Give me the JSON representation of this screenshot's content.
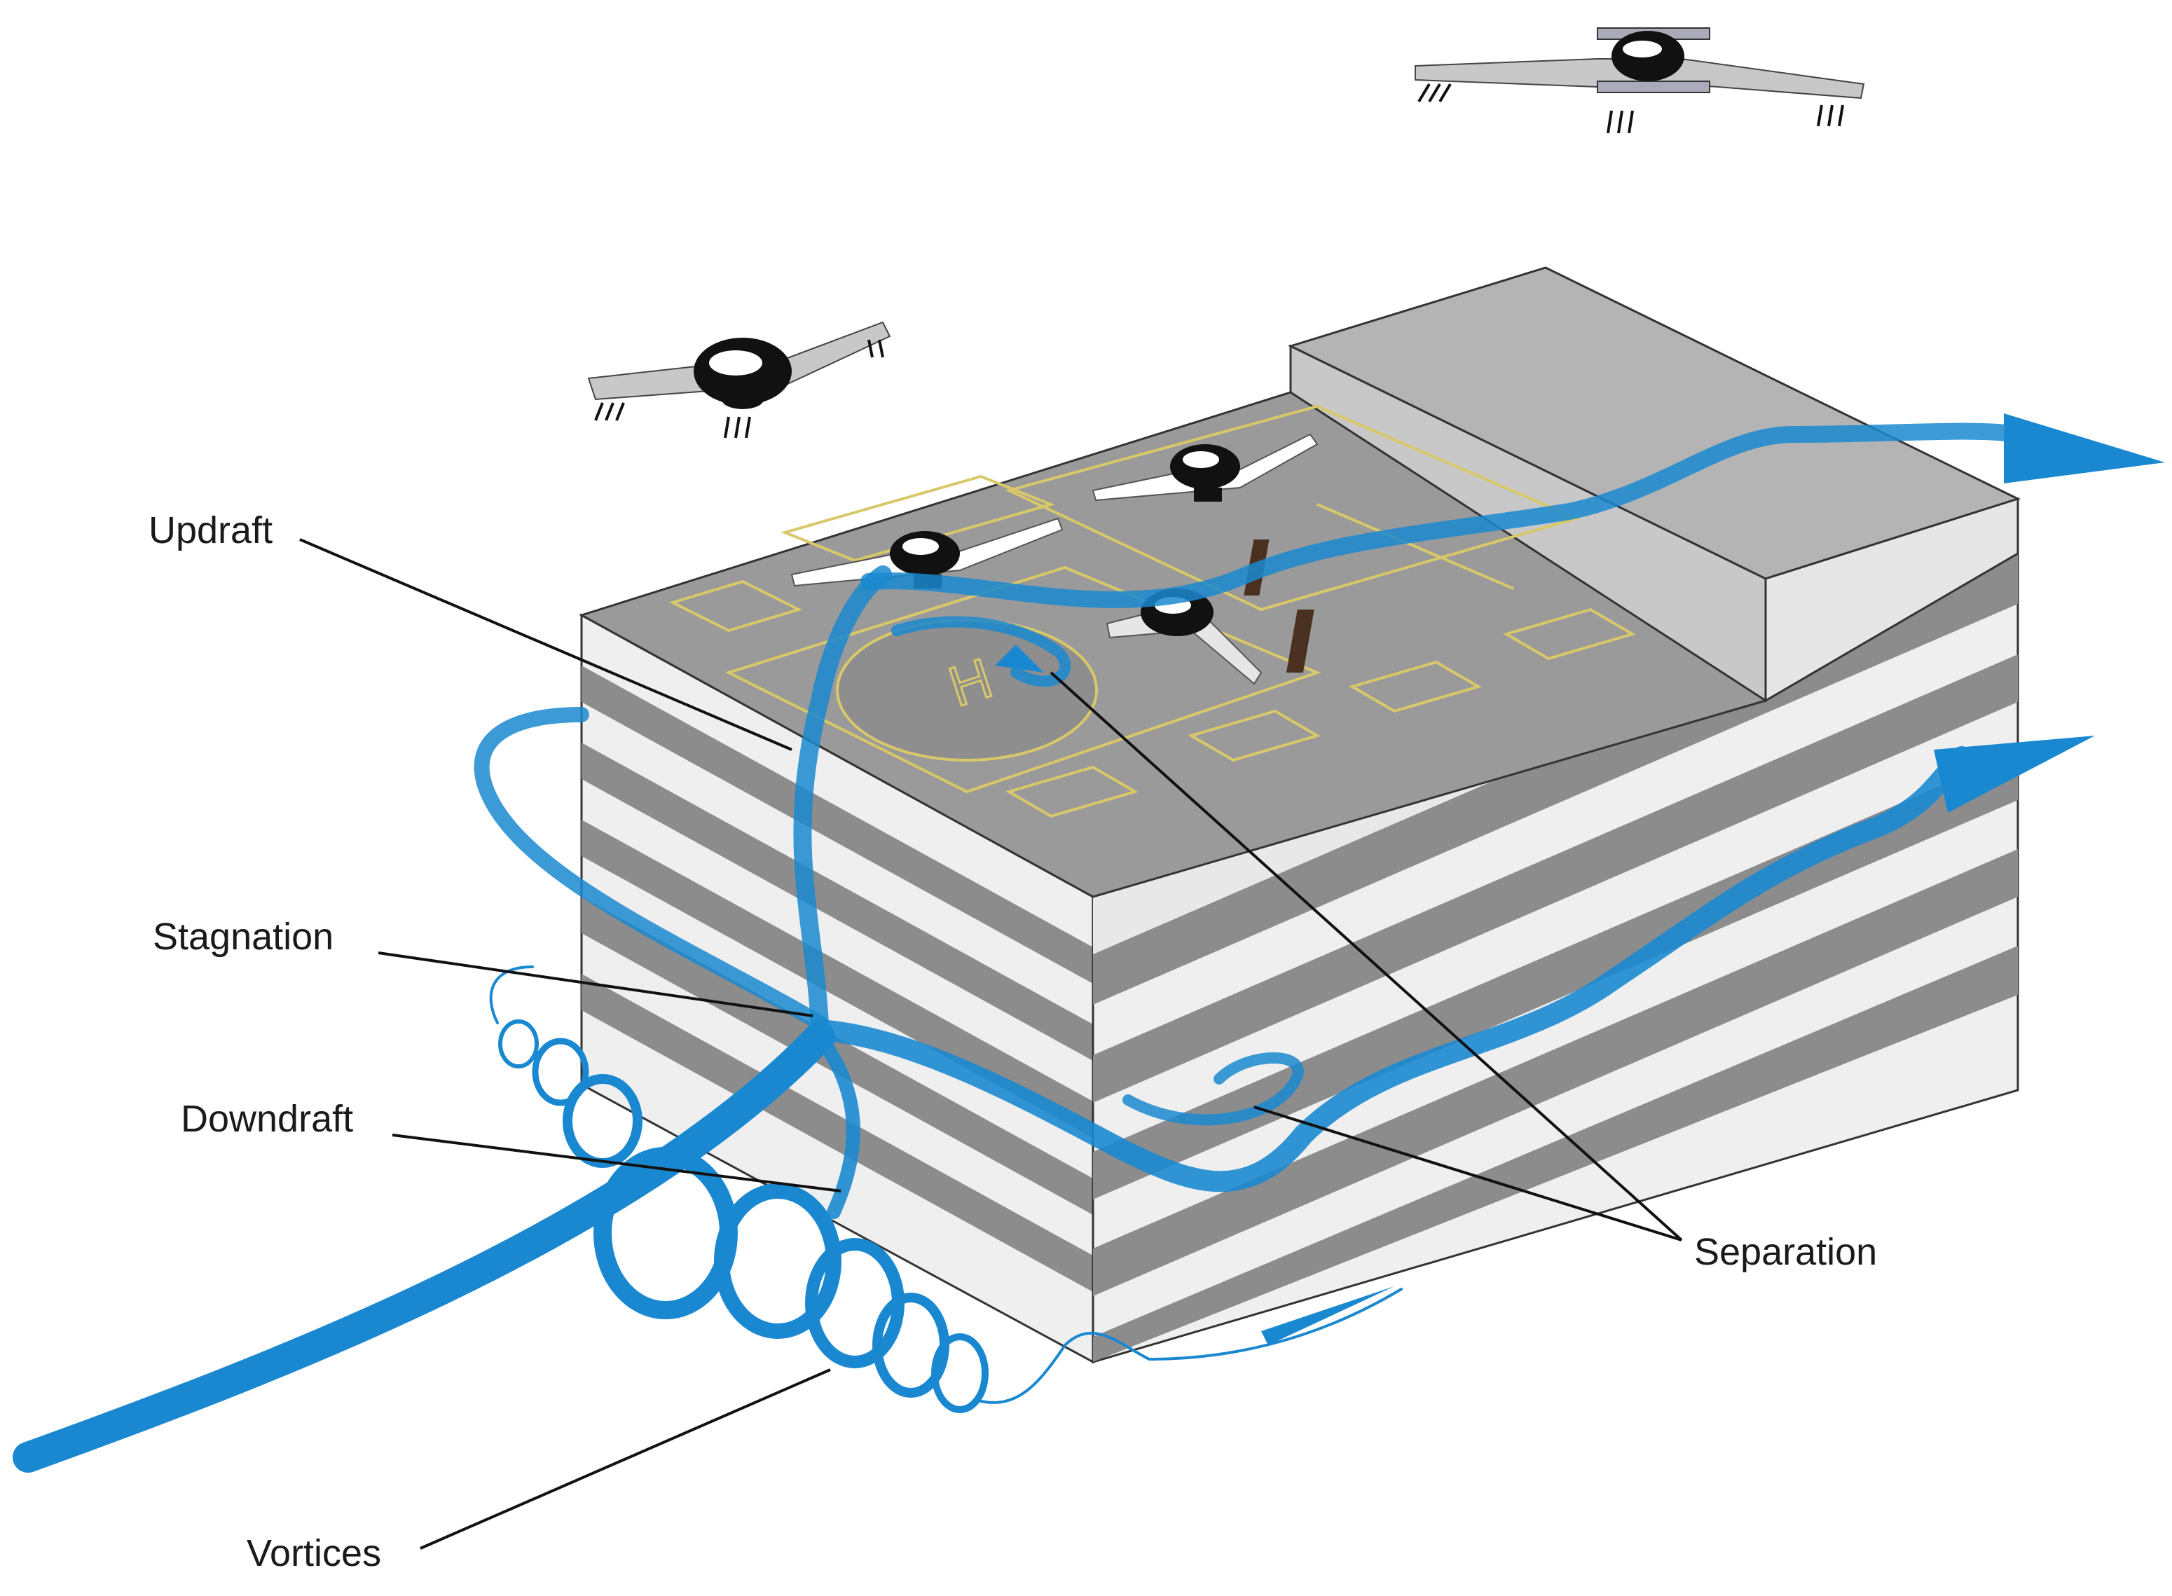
{
  "labels": {
    "updraft": "Updraft",
    "stagnation": "Stagnation",
    "downdraft": "Downdraft",
    "vortices": "Vortices",
    "separation": "Separation"
  },
  "helipad_mark": "H",
  "colors": {
    "flow": "#1a88d0",
    "flow_dark": "#1570b0",
    "roof": "#9a9a9a",
    "roof_dark": "#8a8a8a",
    "stripe_dark": "#8c8c8c",
    "stripe_light": "#efefef",
    "tower_top": "#b4b4b4",
    "markings": "#d8c86a",
    "aircraft_body": "#111111",
    "aircraft_wing": "#c8c8c8"
  },
  "icons": [
    "evtol-aircraft-icon",
    "flow-arrow-icon",
    "helipad-icon"
  ]
}
